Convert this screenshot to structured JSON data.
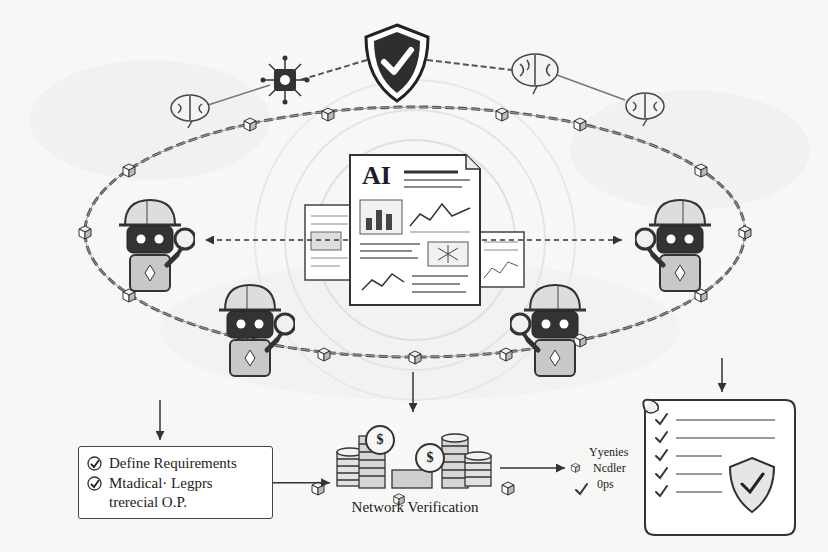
{
  "diagram": {
    "nodes": [
      {
        "text": [
          "AI"
        ]
      },
      {
        "text": [
          "Define Requirements",
          "Mtadical· Legprs trerecial O.P."
        ]
      },
      {
        "text": [
          "Network Verification"
        ]
      },
      {
        "text": [
          "Yyenies",
          "Ncdler",
          "0ps"
        ]
      }
    ],
    "edges": [
      {
        "from": 1,
        "to": 2,
        "arrow": "to"
      },
      {
        "from": 2,
        "to": 3,
        "arrow": "to"
      }
    ],
    "labels": [
      "$",
      "$"
    ]
  }
}
